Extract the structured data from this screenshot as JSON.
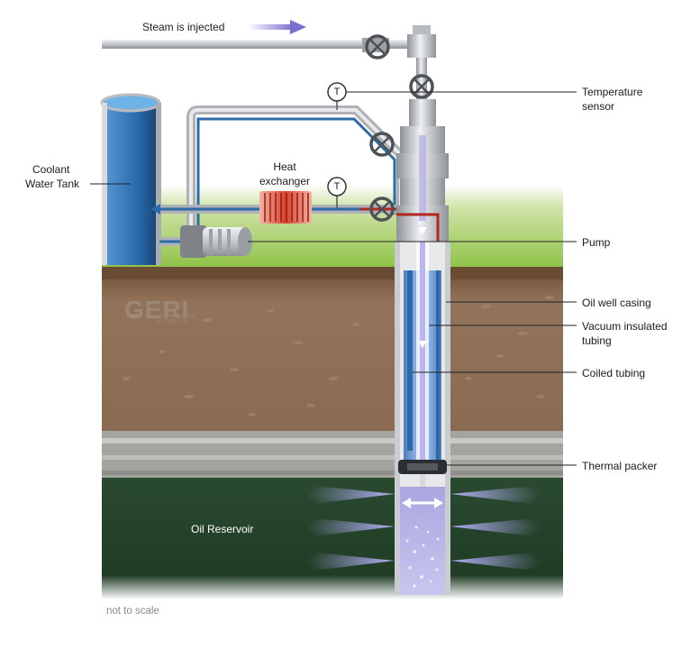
{
  "labels": {
    "steam": "Steam is injected",
    "temperature_sensor_l1": "Temperature",
    "temperature_sensor_l2": "sensor",
    "coolant_l1": "Coolant",
    "coolant_l2": "Water Tank",
    "heat_exchanger_l1": "Heat",
    "heat_exchanger_l2": "exchanger",
    "pump": "Pump",
    "oil_well_casing": "Oil well casing",
    "vacuum_tubing_l1": "Vacuum insulated",
    "vacuum_tubing_l2": "tubing",
    "coiled_tubing": "Coiled tubing",
    "thermal_packer": "Thermal packer",
    "oil_reservoir": "Oil Reservoir",
    "scale_note": "not to scale",
    "sensor_symbol_top": "T",
    "sensor_symbol_mid": "T"
  },
  "watermark": {
    "text": "GERI",
    "subtext": "GENERAL ENERGY RECOVERY INC."
  },
  "colors": {
    "sky": "#ffffff",
    "grass": "#8fc43e",
    "soil": "#8b6a4f",
    "rock_band": "#9a9a96",
    "reservoir": "#22402a",
    "coolant_blue": "#2c6aa8",
    "hot_red": "#b22a1e",
    "steam_violet": "#8b7fd6",
    "pipe_gray": "#c7c9cc"
  }
}
